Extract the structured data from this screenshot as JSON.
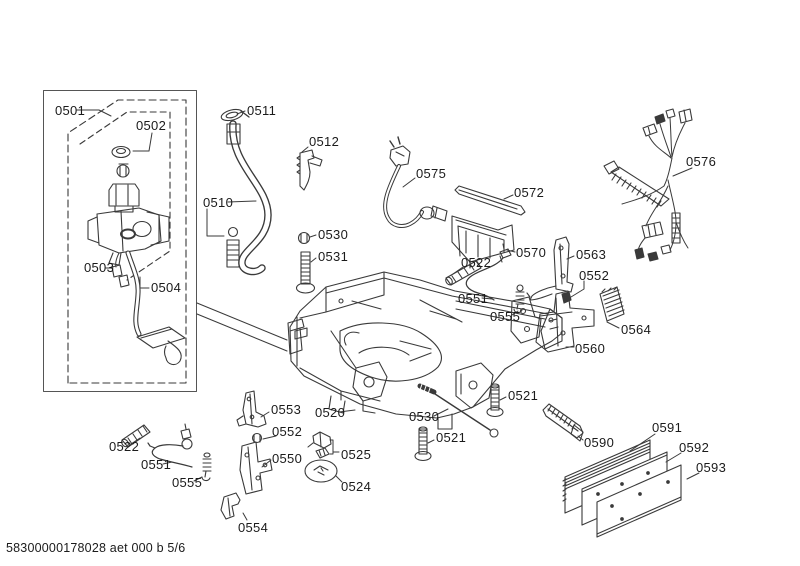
{
  "page": {
    "footer": "58300000178028 aet 000 b 5/6",
    "line_color": "#3a3a3a",
    "text_color": "#1b1b1b",
    "background": "#ffffff"
  },
  "labels": {
    "p0501": "0501",
    "p0502": "0502",
    "p0503": "0503",
    "p0504": "0504",
    "p0510": "0510",
    "p0511": "0511",
    "p0512": "0512",
    "p0530_top": "0530",
    "p0531": "0531",
    "p0575": "0575",
    "p0572": "0572",
    "p0570": "0570",
    "p0522_mid": "0522",
    "p0551_mid": "0551",
    "p0555_mid": "0555",
    "p0563": "0563",
    "p0552_mid": "0552",
    "p0560": "0560",
    "p0564": "0564",
    "p0576": "0576",
    "p0520": "0520",
    "p0530_bottom": "0530",
    "p0521_right": "0521",
    "p0521_left": "0521",
    "p0553": "0553",
    "p0552_bl": "0552",
    "p0550": "0550",
    "p0554": "0554",
    "p0522_bl": "0522",
    "p0551_bl": "0551",
    "p0555_bl": "0555",
    "p0525": "0525",
    "p0524": "0524",
    "p0590": "0590",
    "p0591": "0591",
    "p0592": "0592",
    "p0593": "0593"
  }
}
